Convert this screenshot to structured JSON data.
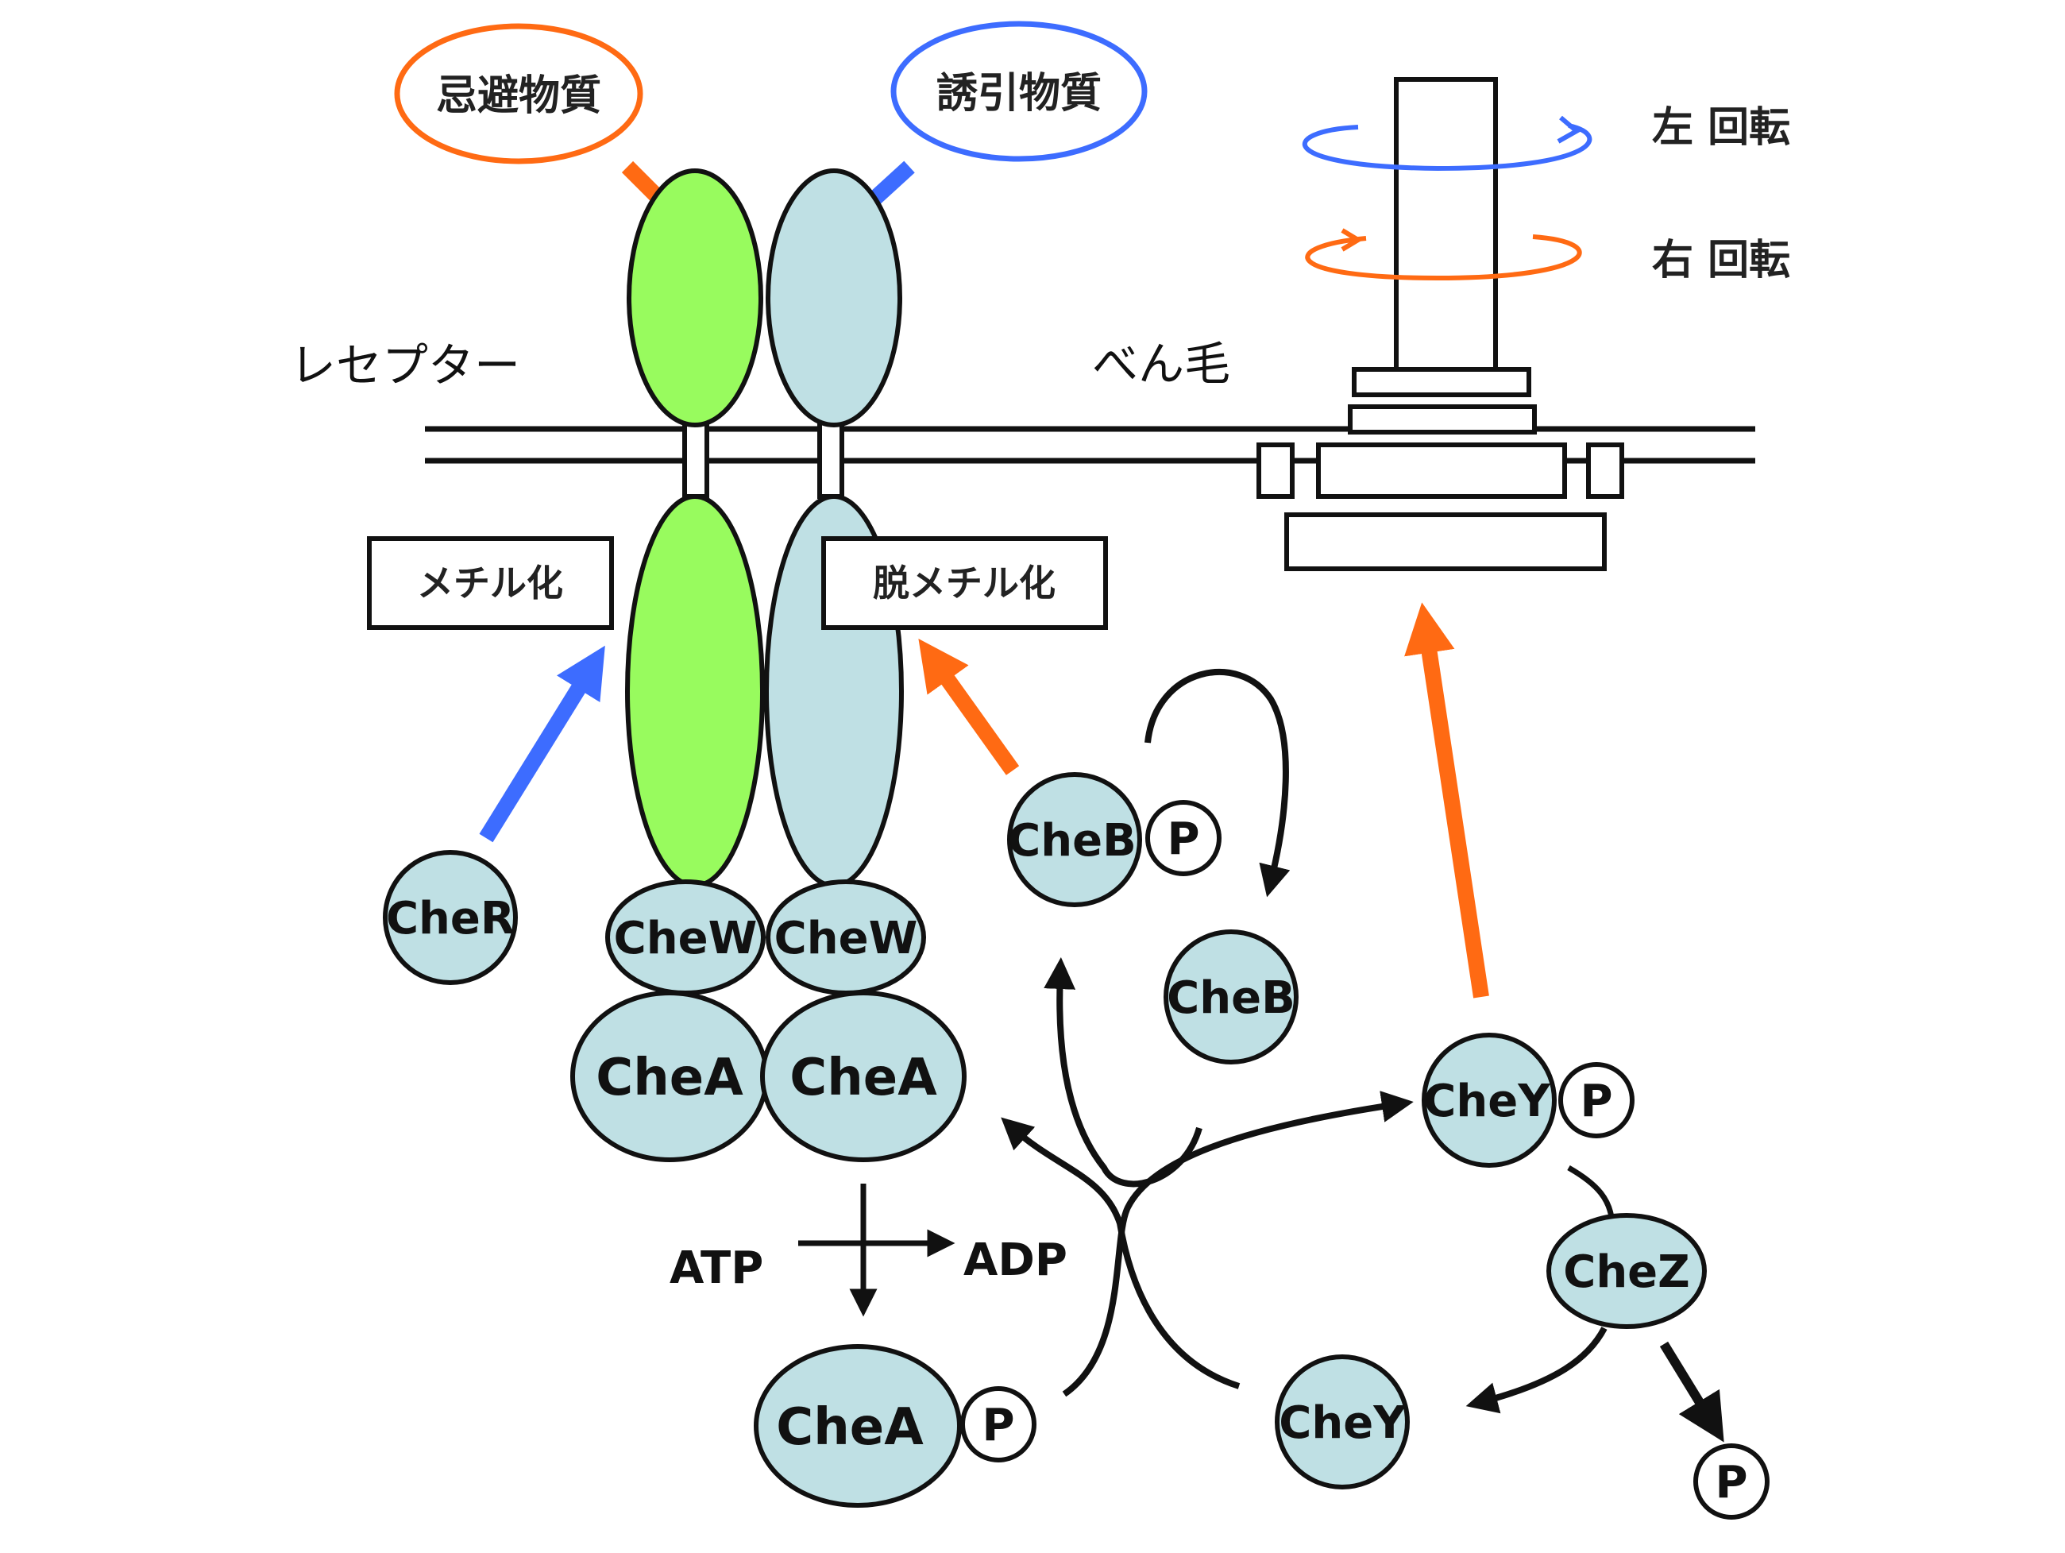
{
  "labels": {
    "repellent": "忌避物質",
    "attractant": "誘引物質",
    "receptor": "レセプター",
    "flagellum": "べん毛",
    "rotation_left": "左 回転",
    "rotation_right": "右 回転",
    "methylation": "メチル化",
    "demethylation": "脱メチル化",
    "atp": "ATP",
    "adp": "ADP",
    "phosphate": "P"
  },
  "proteins": {
    "cher": "CheR",
    "chew": "CheW",
    "chea": "CheA",
    "cheb": "CheB",
    "chey": "CheY",
    "chez": "CheZ"
  },
  "colors": {
    "orange": "#ff6a13",
    "blue": "#3d6cff",
    "green": "#98fb5e",
    "light_blue": "#bfe0e4",
    "outline": "#111111"
  }
}
